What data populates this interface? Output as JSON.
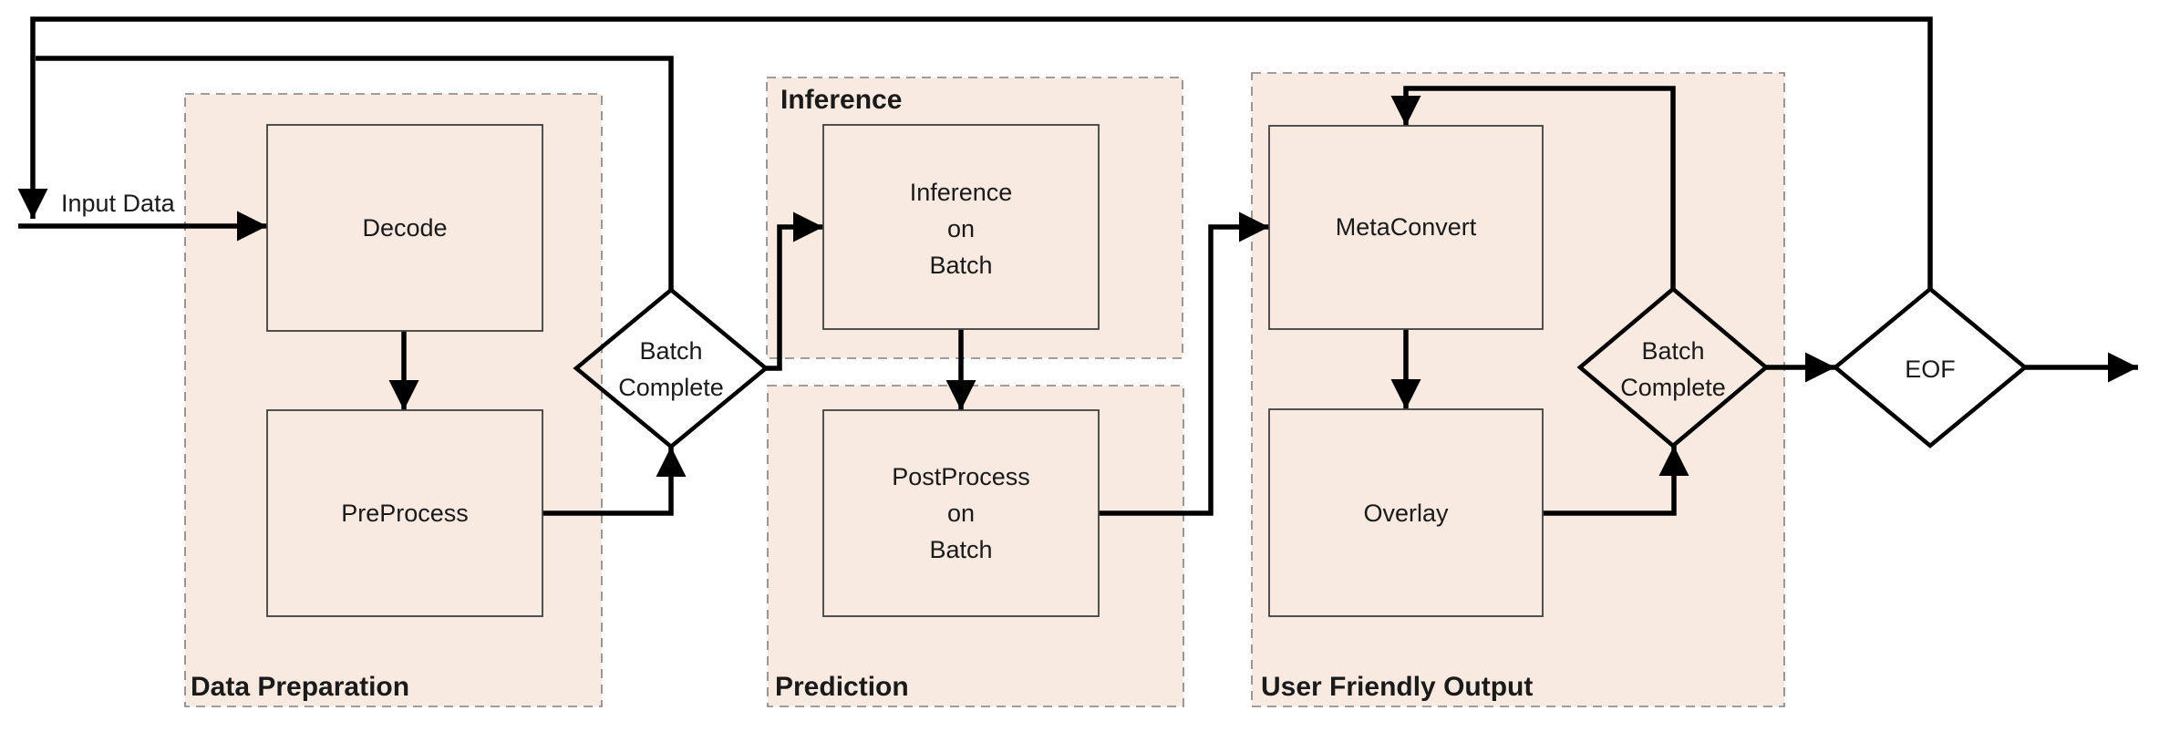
{
  "colors": {
    "group_fill": "#f8e9e1",
    "group_border": "#808080",
    "node_border": "#404040",
    "flow": "#000000",
    "text": "#1a1a1a"
  },
  "groups": {
    "data_preparation": {
      "label": "Data Preparation"
    },
    "inference": {
      "label": "Inference"
    },
    "prediction": {
      "label": "Prediction"
    },
    "user_friendly_output": {
      "label": "User Friendly Output"
    }
  },
  "nodes": {
    "decode": {
      "label": "Decode"
    },
    "preprocess": {
      "label": "PreProcess"
    },
    "inference_on_batch": {
      "line1": "Inference",
      "line2": "on",
      "line3": "Batch"
    },
    "postprocess_on_batch": {
      "line1": "PostProcess",
      "line2": "on",
      "line3": "Batch"
    },
    "metaconvert": {
      "label": "MetaConvert"
    },
    "overlay": {
      "label": "Overlay"
    }
  },
  "decisions": {
    "batch_complete_1": {
      "line1": "Batch",
      "line2": "Complete"
    },
    "batch_complete_2": {
      "line1": "Batch",
      "line2": "Complete"
    },
    "eof": {
      "label": "EOF"
    }
  },
  "annotations": {
    "input_data": "Input Data"
  }
}
